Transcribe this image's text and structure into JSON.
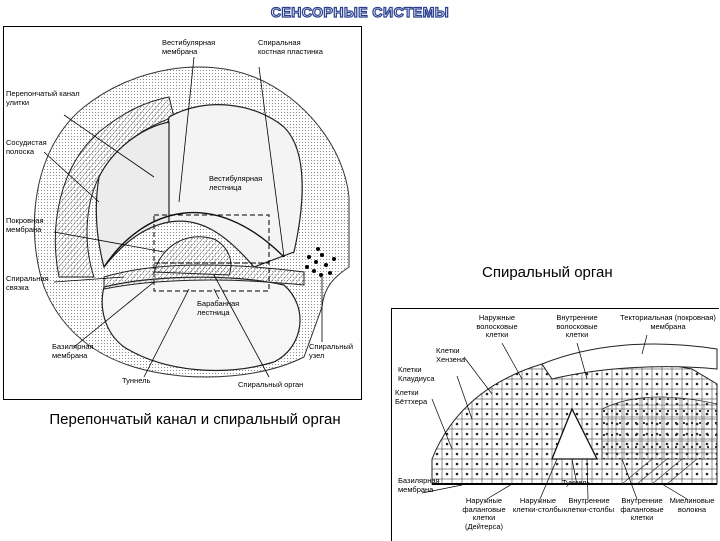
{
  "header": {
    "title": "СЕНСОРНЫЕ СИСТЕМЫ"
  },
  "left_panel": {
    "labels": {
      "vestibular_membrane": "Вестибулярная мембрана",
      "spiral_bony_lamina": "Спиральная костная пластинка",
      "cochlear_duct": "Перепончатый канал улитки",
      "stria_vascularis": "Сосудистая полоска",
      "vestibular_canal": "Вестибулярная лестница",
      "tectorial_membrane": "Покровная мембрана",
      "spiral_ligament": "Спиральная связка",
      "tympanic_canal": "Барабанная лестница",
      "basilar_membrane": "Базилярная мембрана",
      "spiral_ganglion": "Спиральный узел",
      "tunnel": "Туннель",
      "spiral_organ": "Спиральный орган"
    },
    "caption": "Перепончатый канал и спиральный орган"
  },
  "right_panel": {
    "caption": "Спиральный орган",
    "labels": {
      "outer_hair_cells": "Наружные волосковые клетки",
      "inner_hair_cells": "Внутренние волосковые клетки",
      "tectorial_membrane": "Текториальная (покровная) мембрана",
      "hensen_cells": "Клетки Хензена",
      "claudius_cells": "Клетки Клаудиуса",
      "boettcher_cells": "Клетки Бёттхера",
      "tunnel": "Туннель",
      "basilar_membrane": "Базилярная мембрана",
      "outer_phalangeal": "Наружные фаланговые клетки (Дейтерса)",
      "outer_pillar": "Наружные клетки-столбы",
      "inner_pillar": "Внутренние клетки-столбы",
      "inner_phalangeal": "Внутренние фаланговые клетки",
      "myelinated_fibers": "Миелиновые волокна"
    }
  }
}
